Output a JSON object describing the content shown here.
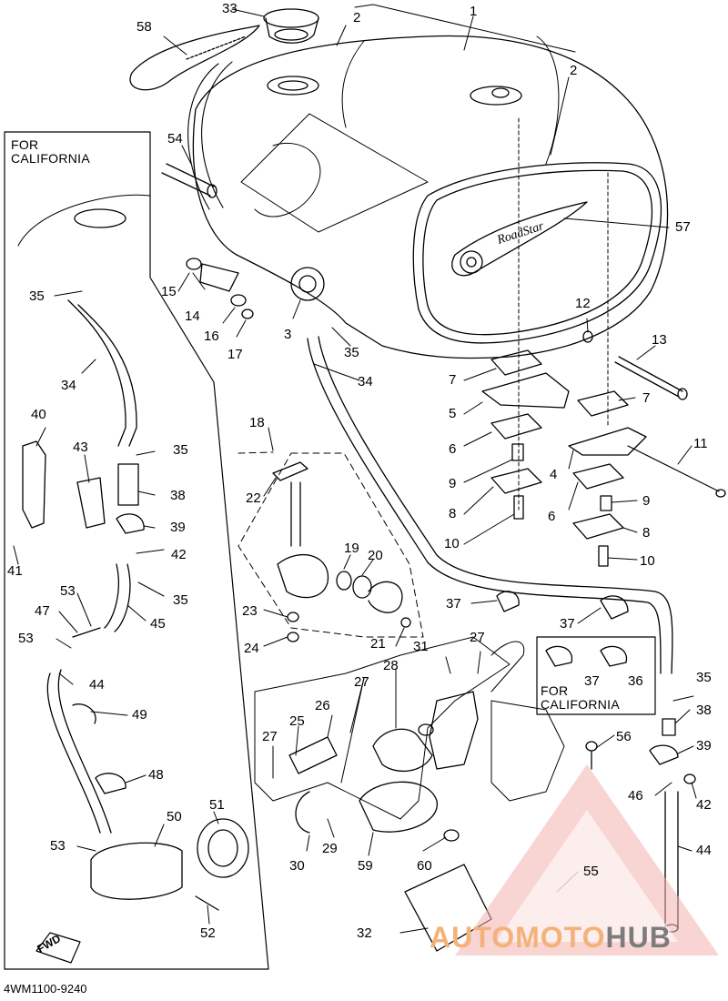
{
  "diagram": {
    "catalog_code": "4WM1100-9240",
    "direction_label": "FWD",
    "inset_california_left": [
      "FOR",
      "CALIFORNIA"
    ],
    "inset_california_right": [
      "FOR",
      "CALIFORNIA"
    ],
    "tank_badge_text": "RoadStar",
    "watermark": {
      "part1": "AUTOMOTO",
      "part2": "HUB"
    },
    "callouts": [
      {
        "id": "c1",
        "text": "1"
      },
      {
        "id": "c2a",
        "text": "2"
      },
      {
        "id": "c2b",
        "text": "2"
      },
      {
        "id": "c3",
        "text": "3"
      },
      {
        "id": "c4",
        "text": "4"
      },
      {
        "id": "c5",
        "text": "5"
      },
      {
        "id": "c6a",
        "text": "6"
      },
      {
        "id": "c6b",
        "text": "6"
      },
      {
        "id": "c7a",
        "text": "7"
      },
      {
        "id": "c7b",
        "text": "7"
      },
      {
        "id": "c8a",
        "text": "8"
      },
      {
        "id": "c8b",
        "text": "8"
      },
      {
        "id": "c9a",
        "text": "9"
      },
      {
        "id": "c9b",
        "text": "9"
      },
      {
        "id": "c10a",
        "text": "10"
      },
      {
        "id": "c10b",
        "text": "10"
      },
      {
        "id": "c11",
        "text": "11"
      },
      {
        "id": "c12",
        "text": "12"
      },
      {
        "id": "c13",
        "text": "13"
      },
      {
        "id": "c14",
        "text": "14"
      },
      {
        "id": "c15",
        "text": "15"
      },
      {
        "id": "c16",
        "text": "16"
      },
      {
        "id": "c17",
        "text": "17"
      },
      {
        "id": "c18",
        "text": "18"
      },
      {
        "id": "c19",
        "text": "19"
      },
      {
        "id": "c20",
        "text": "20"
      },
      {
        "id": "c21",
        "text": "21"
      },
      {
        "id": "c22",
        "text": "22"
      },
      {
        "id": "c23",
        "text": "23"
      },
      {
        "id": "c24",
        "text": "24"
      },
      {
        "id": "c25",
        "text": "25"
      },
      {
        "id": "c26",
        "text": "26"
      },
      {
        "id": "c27a",
        "text": "27"
      },
      {
        "id": "c27b",
        "text": "27"
      },
      {
        "id": "c27c",
        "text": "27"
      },
      {
        "id": "c28",
        "text": "28"
      },
      {
        "id": "c29",
        "text": "29"
      },
      {
        "id": "c30",
        "text": "30"
      },
      {
        "id": "c31",
        "text": "31"
      },
      {
        "id": "c32",
        "text": "32"
      },
      {
        "id": "c33",
        "text": "33"
      },
      {
        "id": "c34a",
        "text": "34"
      },
      {
        "id": "c34b",
        "text": "34"
      },
      {
        "id": "c35a",
        "text": "35"
      },
      {
        "id": "c35b",
        "text": "35"
      },
      {
        "id": "c35c",
        "text": "35"
      },
      {
        "id": "c35d",
        "text": "35"
      },
      {
        "id": "c35e",
        "text": "35"
      },
      {
        "id": "c36",
        "text": "36"
      },
      {
        "id": "c37a",
        "text": "37"
      },
      {
        "id": "c37b",
        "text": "37"
      },
      {
        "id": "c37c",
        "text": "37"
      },
      {
        "id": "c38a",
        "text": "38"
      },
      {
        "id": "c38b",
        "text": "38"
      },
      {
        "id": "c39a",
        "text": "39"
      },
      {
        "id": "c39b",
        "text": "39"
      },
      {
        "id": "c40",
        "text": "40"
      },
      {
        "id": "c41",
        "text": "41"
      },
      {
        "id": "c42a",
        "text": "42"
      },
      {
        "id": "c42b",
        "text": "42"
      },
      {
        "id": "c43",
        "text": "43"
      },
      {
        "id": "c44a",
        "text": "44"
      },
      {
        "id": "c44b",
        "text": "44"
      },
      {
        "id": "c45",
        "text": "45"
      },
      {
        "id": "c46",
        "text": "46"
      },
      {
        "id": "c47",
        "text": "47"
      },
      {
        "id": "c48",
        "text": "48"
      },
      {
        "id": "c49",
        "text": "49"
      },
      {
        "id": "c50",
        "text": "50"
      },
      {
        "id": "c51",
        "text": "51"
      },
      {
        "id": "c52",
        "text": "52"
      },
      {
        "id": "c53a",
        "text": "53"
      },
      {
        "id": "c53b",
        "text": "53"
      },
      {
        "id": "c53c",
        "text": "53"
      },
      {
        "id": "c54",
        "text": "54"
      },
      {
        "id": "c55",
        "text": "55"
      },
      {
        "id": "c56",
        "text": "56"
      },
      {
        "id": "c57",
        "text": "57"
      },
      {
        "id": "c58",
        "text": "58"
      },
      {
        "id": "c59",
        "text": "59"
      },
      {
        "id": "c60",
        "text": "60"
      }
    ]
  }
}
